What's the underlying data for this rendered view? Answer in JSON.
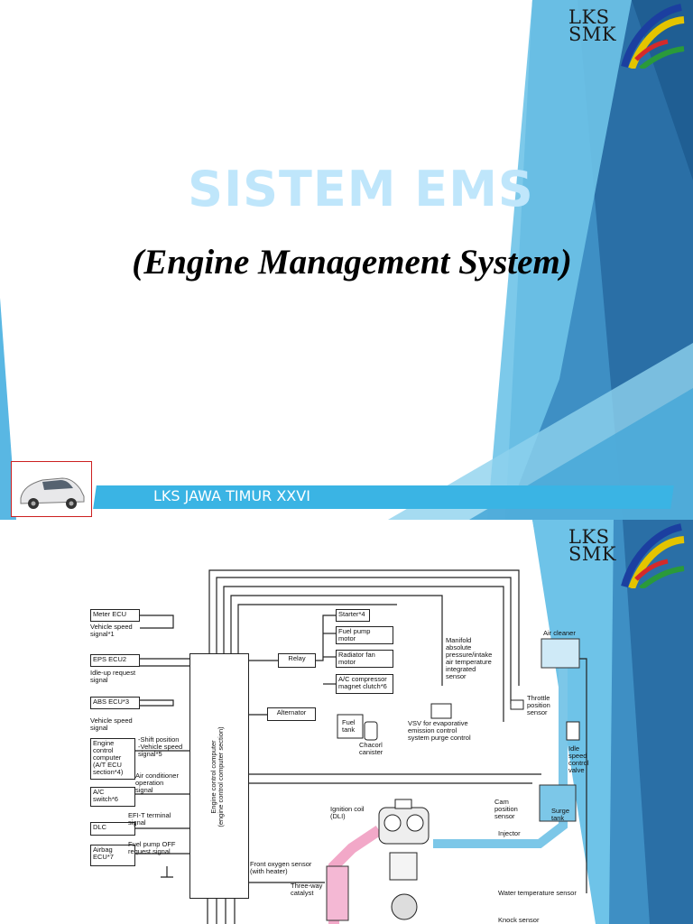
{
  "slide1": {
    "title": "SISTEM EMS",
    "subtitle": "(Engine Management System)",
    "banner": "LKS JAWA TIMUR XXVI",
    "logo": {
      "line1": "LKS",
      "line2": "SMK"
    },
    "car_image": "car-photo",
    "colors": {
      "title": "#bfe6fb",
      "banner": "#3ab4e4",
      "deco_dark": "#2a72a8",
      "deco_light": "#6ec3e8"
    }
  },
  "slide2": {
    "logo": {
      "line1": "LKS",
      "line2": "SMK"
    },
    "diagram": {
      "ecu": "Engine control computer\n(engine control computer section)",
      "inputs": [
        {
          "box": "Meter ECU",
          "signal": "Vehicle speed\nsignal*1"
        },
        {
          "box": "EPS ECU2",
          "signal": "Idle-up request\nsignal"
        },
        {
          "box": "ABS ECU*3",
          "signal": "Vehicle speed\nsignal"
        },
        {
          "box": "Engine\ncontrol\ncomputer\n(A/T ECU\nsection*4)",
          "signal": "-Shift position\n-Vehicle speed\nsignal*5"
        },
        {
          "box": "A/C\nswitch*6",
          "signal": "Air conditioner\noperation\nsignal"
        },
        {
          "box": "DLC",
          "signal": "EFI-T terminal\nsignal"
        },
        {
          "box": "Airbag\nECU*7",
          "signal": "Fuel pump OFF\nrequest signal"
        }
      ],
      "relay": "Relay",
      "relay_outputs": [
        "Starter*4",
        "Fuel pump\nmotor",
        "Radiator fan\nmotor",
        "A/C compressor\nmagnet clutch*6"
      ],
      "alternator": "Alternator",
      "fuel_tank": "Fuel\ntank",
      "charcoal_canister": "Chacorl\ncanister",
      "vsv": "VSV for evaporative\nemission control\nsystem purge control",
      "map_sensor": "Manifold\nabsolute\npressure/intake\nair temperature\nintegrated\nsensor",
      "air_cleaner": "Air cleaner",
      "throttle_sensor": "Throttle\nposition\nsensor",
      "idle_valve": "Idle\nspeed\ncontrol\nvalve",
      "surge_tank": "Surge\ntank",
      "ignition_coil": "Ignition coil\n(DLI)",
      "cam_sensor": "Cam\nposition\nsensor",
      "injector": "Injector",
      "front_o2": "Front oxygen sensor\n(with heater)",
      "catalyst": "Three-way\ncatalyst",
      "water_temp": "Water temperature sensor",
      "knock_sensor": "Knock sensor"
    }
  }
}
